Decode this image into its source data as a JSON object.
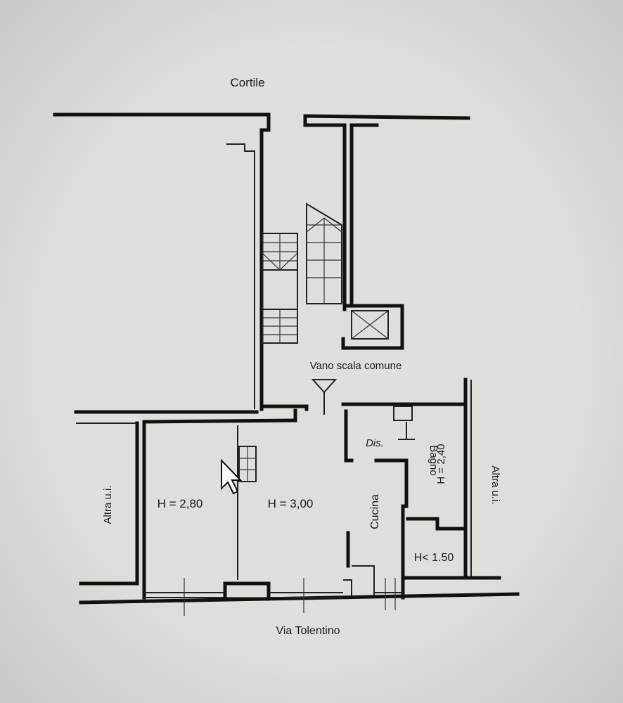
{
  "plan": {
    "labels": {
      "courtyard": "Cortile",
      "stairwell": "Vano scala comune",
      "street": "Via Tolentino",
      "other_unit_left": "Altra u.i.",
      "other_unit_right": "Altra u.i.",
      "room_left_height": "H = 2,80",
      "room_main_height": "H = 3,00",
      "kitchen": "Cucina",
      "hallway": "Dis.",
      "bathroom": "Bagno",
      "bathroom_height": "H = 2,40",
      "storage_height": "H< 1.50"
    },
    "colors": {
      "background": "#d9d9d6",
      "lines": "#111111"
    }
  }
}
